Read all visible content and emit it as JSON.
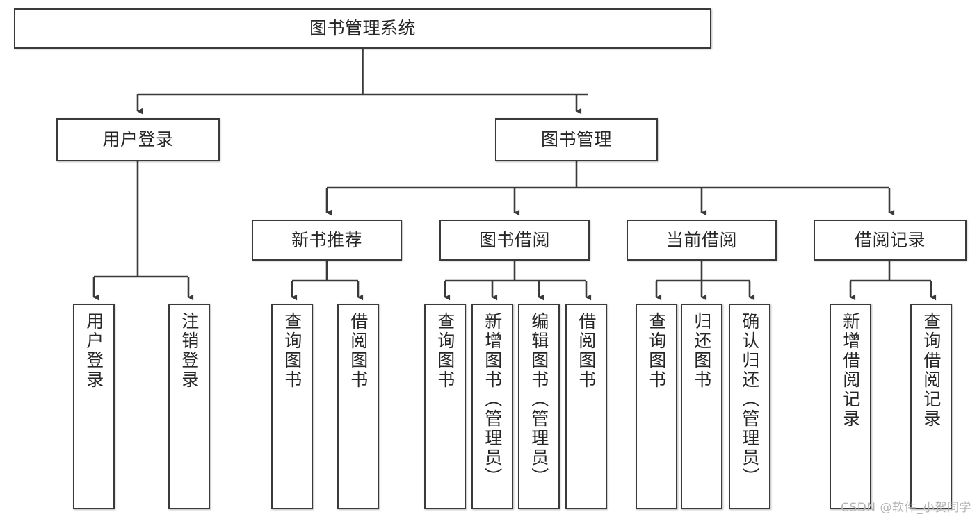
{
  "diagram": {
    "title": "图书管理系统",
    "type": "tree-hierarchy-diagram",
    "root": {
      "label": "图书管理系统"
    },
    "level2": [
      {
        "label": "用户登录"
      },
      {
        "label": "图书管理"
      }
    ],
    "level3": [
      {
        "label": "新书推荐"
      },
      {
        "label": "图书借阅"
      },
      {
        "label": "当前借阅"
      },
      {
        "label": "借阅记录"
      }
    ],
    "leaves": {
      "user_login": [
        {
          "label": "用户登录"
        },
        {
          "label": "注销登录"
        }
      ],
      "new_book_recommend": [
        {
          "label": "查询图书"
        },
        {
          "label": "借阅图书"
        }
      ],
      "book_borrow": [
        {
          "label": "查询图书"
        },
        {
          "label": "新增图书（管理员）"
        },
        {
          "label": "编辑图书（管理员）"
        },
        {
          "label": "借阅图书"
        }
      ],
      "current_borrow": [
        {
          "label": "查询图书"
        },
        {
          "label": "归还图书"
        },
        {
          "label": "确认归还（管理员）"
        }
      ],
      "borrow_record": [
        {
          "label": "新增借阅记录"
        },
        {
          "label": "查询借阅记录"
        }
      ]
    }
  },
  "watermark": {
    "text": "CSDN @软件_小贺同学"
  },
  "colors": {
    "stroke": "#3a3a3a",
    "fill": "#ffffff",
    "text": "#262626",
    "watermark": "#b4b4b4"
  }
}
